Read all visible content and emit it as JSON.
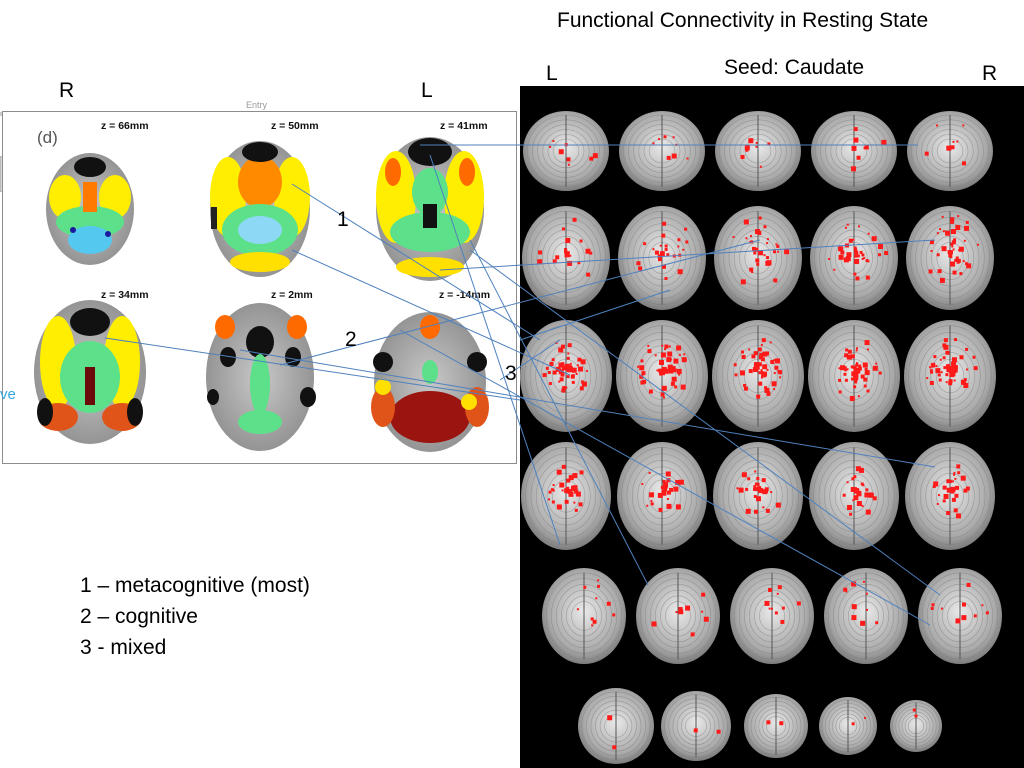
{
  "slide": {
    "title": "Functional Connectivity in Resting State",
    "seed_label": "Seed: Caudate",
    "left_orientation": {
      "r": "R",
      "l": "L"
    },
    "right_orientation": {
      "l": "L",
      "r": "R"
    },
    "inset": {
      "panel_label": "(d)",
      "tick_label": "Entry",
      "partial_text": "ve",
      "slices": [
        {
          "z": "z = 66mm"
        },
        {
          "z": "z = 50mm"
        },
        {
          "z": "z = 41mm"
        },
        {
          "z": "z = 34mm"
        },
        {
          "z": "z = 2mm"
        },
        {
          "z": "z = -14mm"
        }
      ]
    },
    "markers": {
      "one": "1",
      "two": "2",
      "three": "3"
    },
    "legend": [
      "1 – metacognitive (most)",
      "2 – cognitive",
      "3 - mixed"
    ],
    "colors": {
      "activation": "#ff1a1a",
      "connector": "#4f81bd",
      "panel_border": "#8c8c8c"
    }
  }
}
